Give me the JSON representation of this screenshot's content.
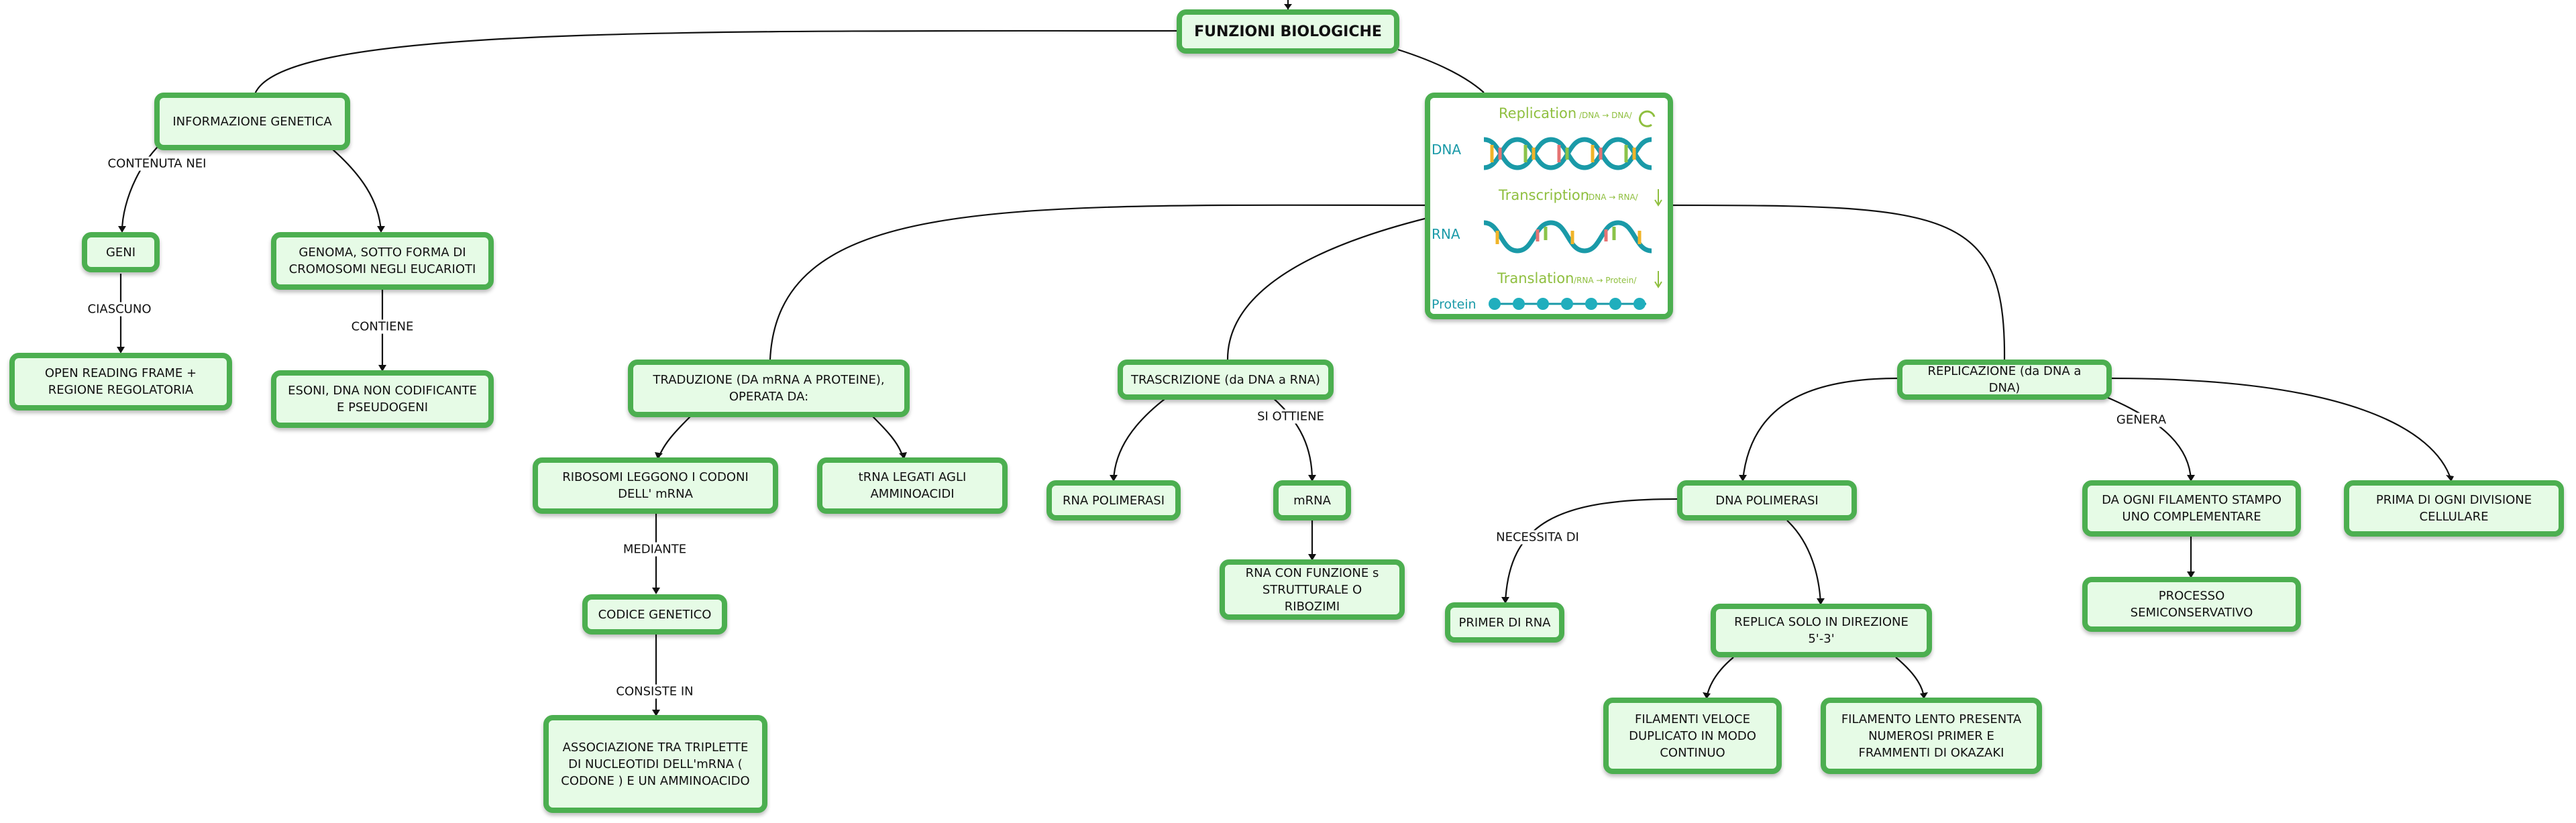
{
  "map": {
    "root": "FUNZIONI BIOLOGICHE",
    "info_genetica": "INFORMAZIONE GENETICA",
    "contenuta_nei": "CONTENUTA NEI",
    "geni": "GENI",
    "ciascuno": "CIASCUNO",
    "orf": "OPEN READING FRAME + REGIONE REGOLATORIA",
    "genoma": "GENOMA, SOTTO FORMA DI CROMOSOMI NEGLI EUCARIOTI",
    "contiene": "CONTIENE",
    "esoni": "ESONI, DNA NON CODIFICANTE E PSEUDOGENI",
    "traduzione": "TRADUZIONE (DA mRNA A PROTEINE), OPERATA DA:",
    "ribosomi": "RIBOSOMI LEGGONO I CODONI DELL' mRNA",
    "trna": "tRNA LEGATI AGLI AMMINOACIDI",
    "mediante": "MEDIANTE",
    "codice": "CODICE GENETICO",
    "consiste_in": "CONSISTE IN",
    "associazione": "ASSOCIAZIONE TRA TRIPLETTE DI NUCLEOTIDI DELL'mRNA ( CODONE ) E UN AMMINOACIDO",
    "trascrizione": "TRASCRIZIONE (da DNA a RNA)",
    "si_ottiene": "SI OTTIENE",
    "rna_polimerasi": "RNA POLIMERASI",
    "mrna": "mRNA",
    "rna_funzione": "RNA CON FUNZIONE s STRUTTURALE O RIBOZIMI",
    "replicazione": "REPLICAZIONE (da DNA a DNA)",
    "genera": "GENERA",
    "dna_polimerasi": "DNA POLIMERASI",
    "necessita_di": "NECESSITA DI",
    "primer": "PRIMER DI RNA",
    "replica_solo": "REPLICA SOLO IN DIREZIONE 5'-3'",
    "filamenti_veloce": "FILAMENTI VELOCE DUPLICATO IN MODO CONTINUO",
    "filamento_lento": "FILAMENTO LENTO PRESENTA NUMEROSI PRIMER E FRAMMENTI DI OKAZAKI",
    "da_ogni": "DA OGNI FILAMENTO STAMPO UNO COMPLEMENTARE",
    "processo": "PROCESSO SEMICONSERVATIVO",
    "prima_di": "PRIMA DI OGNI DIVISIONE CELLULARE"
  },
  "dogma_image": {
    "replication": "Replication",
    "replication_sub": "/DNA → DNA/",
    "transcription": "Transcription",
    "transcription_sub": "/DNA → RNA/",
    "translation": "Translation",
    "translation_sub": "/RNA → Protein/",
    "dna": "DNA",
    "rna": "RNA",
    "protein": "Protein"
  },
  "colors": {
    "node_fill": "#e6fbe6",
    "node_border": "#4caf50",
    "link": "#111111",
    "dogma_label": "#8fbf3f",
    "dogma_side": "#1a9aa8"
  }
}
